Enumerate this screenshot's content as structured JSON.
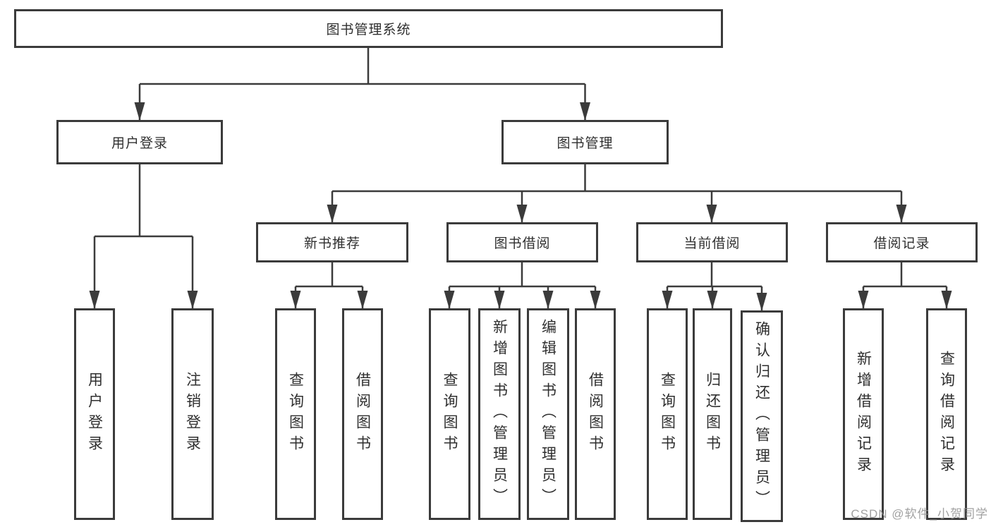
{
  "diagram": {
    "root": {
      "label": "图书管理系统"
    },
    "branches": [
      {
        "label": "用户登录",
        "children": [
          "用户登录",
          "注销登录"
        ]
      },
      {
        "label": "图书管理",
        "groups": [
          {
            "label": "新书推荐",
            "children": [
              "查询图书",
              "借阅图书"
            ]
          },
          {
            "label": "图书借阅",
            "children": [
              "查询图书",
              "新增图书（管理员）",
              "编辑图书（管理员）",
              "借阅图书"
            ]
          },
          {
            "label": "当前借阅",
            "children": [
              "查询图书",
              "归还图书",
              "确认归还（管理员）"
            ]
          },
          {
            "label": "借阅记录",
            "children": [
              "新增借阅记录",
              "查询借阅记录"
            ]
          }
        ]
      }
    ]
  },
  "watermark": {
    "text": "CSDN @软件_小贺同学"
  },
  "colors": {
    "line": "#3b3b3b",
    "box_border": "#3b3b3b",
    "text": "#2f2f2f",
    "watermark": "#919191",
    "background": "#ffffff"
  }
}
